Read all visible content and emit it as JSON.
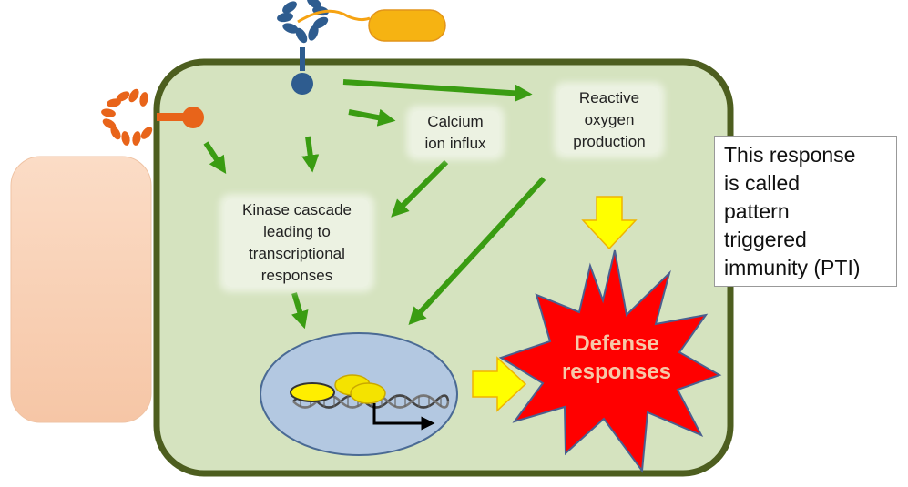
{
  "labels": {
    "calcium": [
      "Calcium",
      "ion influx"
    ],
    "ros": [
      "Reactive",
      "oxygen",
      "production"
    ],
    "kinase": [
      "Kinase cascade",
      "leading to",
      "transcriptional",
      "responses"
    ],
    "defense": [
      "Defense",
      "responses"
    ]
  },
  "note": {
    "lines": [
      "This response",
      "is called",
      "pattern",
      "triggered",
      "immunity (PTI)"
    ]
  },
  "colors": {
    "cell_fill": "#d5e3bf",
    "cell_border": "#4d5e1f",
    "arrow_green": "#3a9c12",
    "nucleus_fill": "#b3c8e1",
    "nucleus_border": "#4a6a94",
    "receptor_blue": "#2e5c8f",
    "receptor_orange": "#e8641a",
    "ligand_orange": "#f6b312",
    "neighbor_cell": "#f7ccae",
    "block_arrow_yellow": "#ffff00",
    "starburst_red": "#ff0000",
    "defense_text": "#f6c8a8"
  }
}
